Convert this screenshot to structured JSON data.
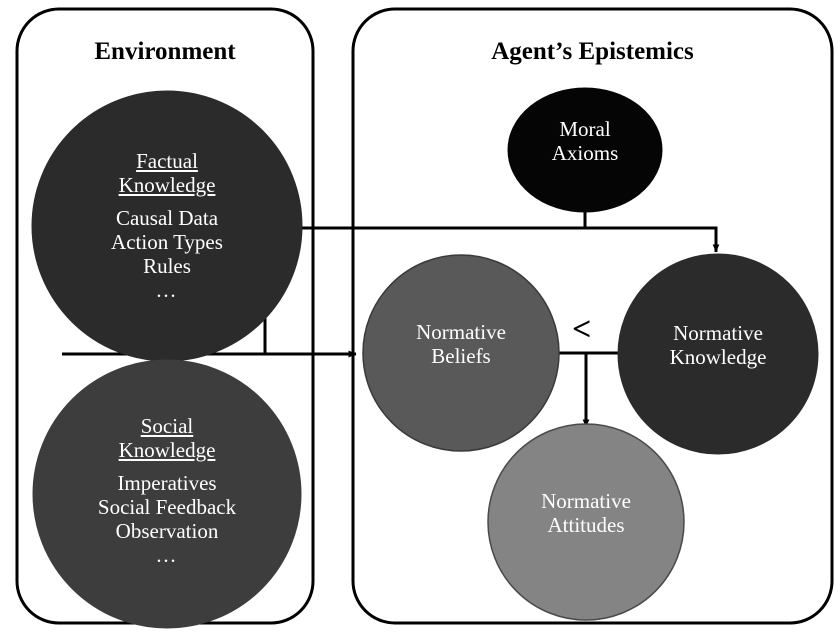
{
  "diagram": {
    "title_visible": false,
    "panels": [
      {
        "id": "environment",
        "title": "Environment"
      },
      {
        "id": "epistemics",
        "title": "Agent’s Epistemics"
      }
    ],
    "nodes": [
      {
        "id": "factual-knowledge",
        "heading": "Factual\nKnowledge",
        "heading_line1": "Factual",
        "heading_line2": "Knowledge",
        "items": [
          "Causal Data",
          "Action Types",
          "Rules"
        ],
        "ellipsis": "…",
        "fill": "#2b2b2b",
        "text_color": "#ffffff"
      },
      {
        "id": "social-knowledge",
        "heading_line1": "Social",
        "heading_line2": "Knowledge",
        "items": [
          "Imperatives",
          "Social Feedback",
          "Observation"
        ],
        "ellipsis": "…",
        "fill": "#3d3d3d",
        "text_color": "#ffffff"
      },
      {
        "id": "moral-axioms",
        "line1": "Moral",
        "line2": "Axioms",
        "fill": "#050505",
        "text_color": "#ffffff"
      },
      {
        "id": "normative-beliefs",
        "line1": "Normative",
        "line2": "Beliefs",
        "fill": "#595959",
        "text_color": "#ffffff"
      },
      {
        "id": "normative-knowledge",
        "line1": "Normative",
        "line2": "Knowledge",
        "fill": "#2b2b2b",
        "text_color": "#ffffff"
      },
      {
        "id": "normative-attitudes",
        "line1": "Normative",
        "line2": "Attitudes",
        "fill": "#848484",
        "text_color": "#ffffff"
      }
    ],
    "annotations": [
      {
        "id": "precedence-relation",
        "symbol": "<"
      }
    ],
    "colors": {
      "stroke": "#000000",
      "background": "#ffffff",
      "panel_border": "#000000"
    }
  }
}
